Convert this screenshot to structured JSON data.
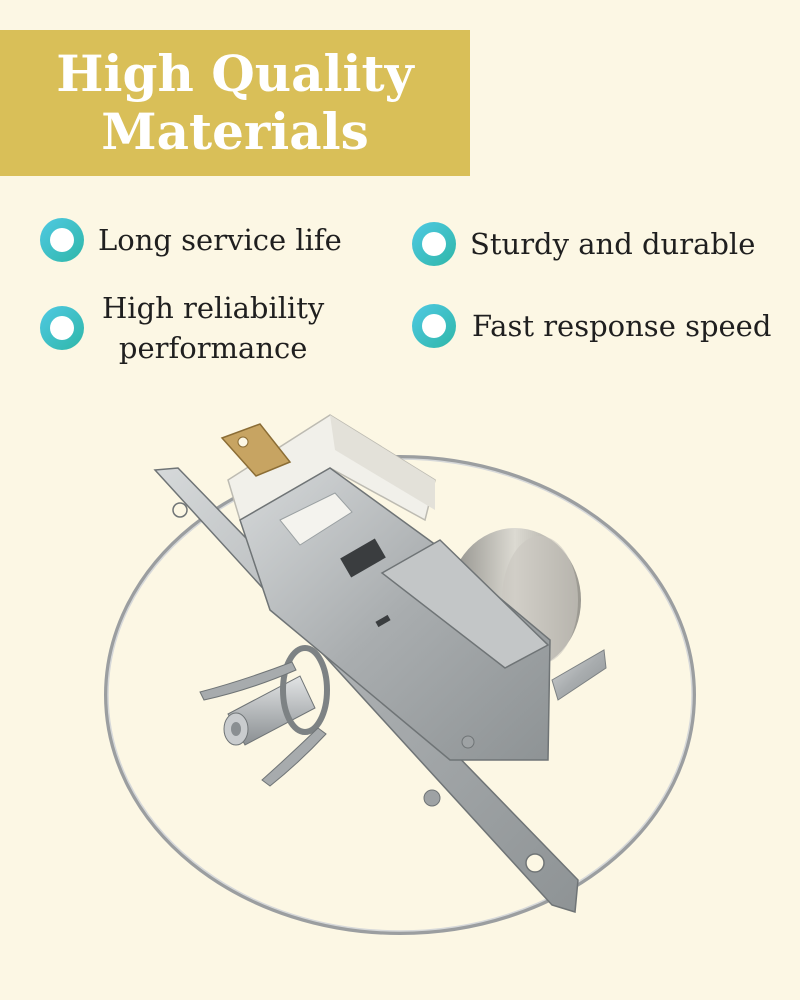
{
  "banner": {
    "line1": "High Quality",
    "line2": "Materials"
  },
  "features": [
    {
      "label": "Long service life",
      "icon": "circle-bullet-icon"
    },
    {
      "label": "Sturdy and durable",
      "icon": "circle-bullet-icon"
    },
    {
      "label_line1": "High reliability",
      "label_line2": "performance",
      "icon": "circle-bullet-icon"
    },
    {
      "label": "Fast response speed",
      "icon": "circle-bullet-icon"
    }
  ],
  "colors": {
    "background": "#fcf7e4",
    "banner": "#d9bf58",
    "bullet_start": "#4fc9e3",
    "bullet_end": "#2fb7a8",
    "metal": "#b9bcbd",
    "housing": "#f4f3ee",
    "terminal": "#c7a462"
  },
  "product": {
    "subject": "refrigerator-thermostat-with-wire-ring"
  }
}
